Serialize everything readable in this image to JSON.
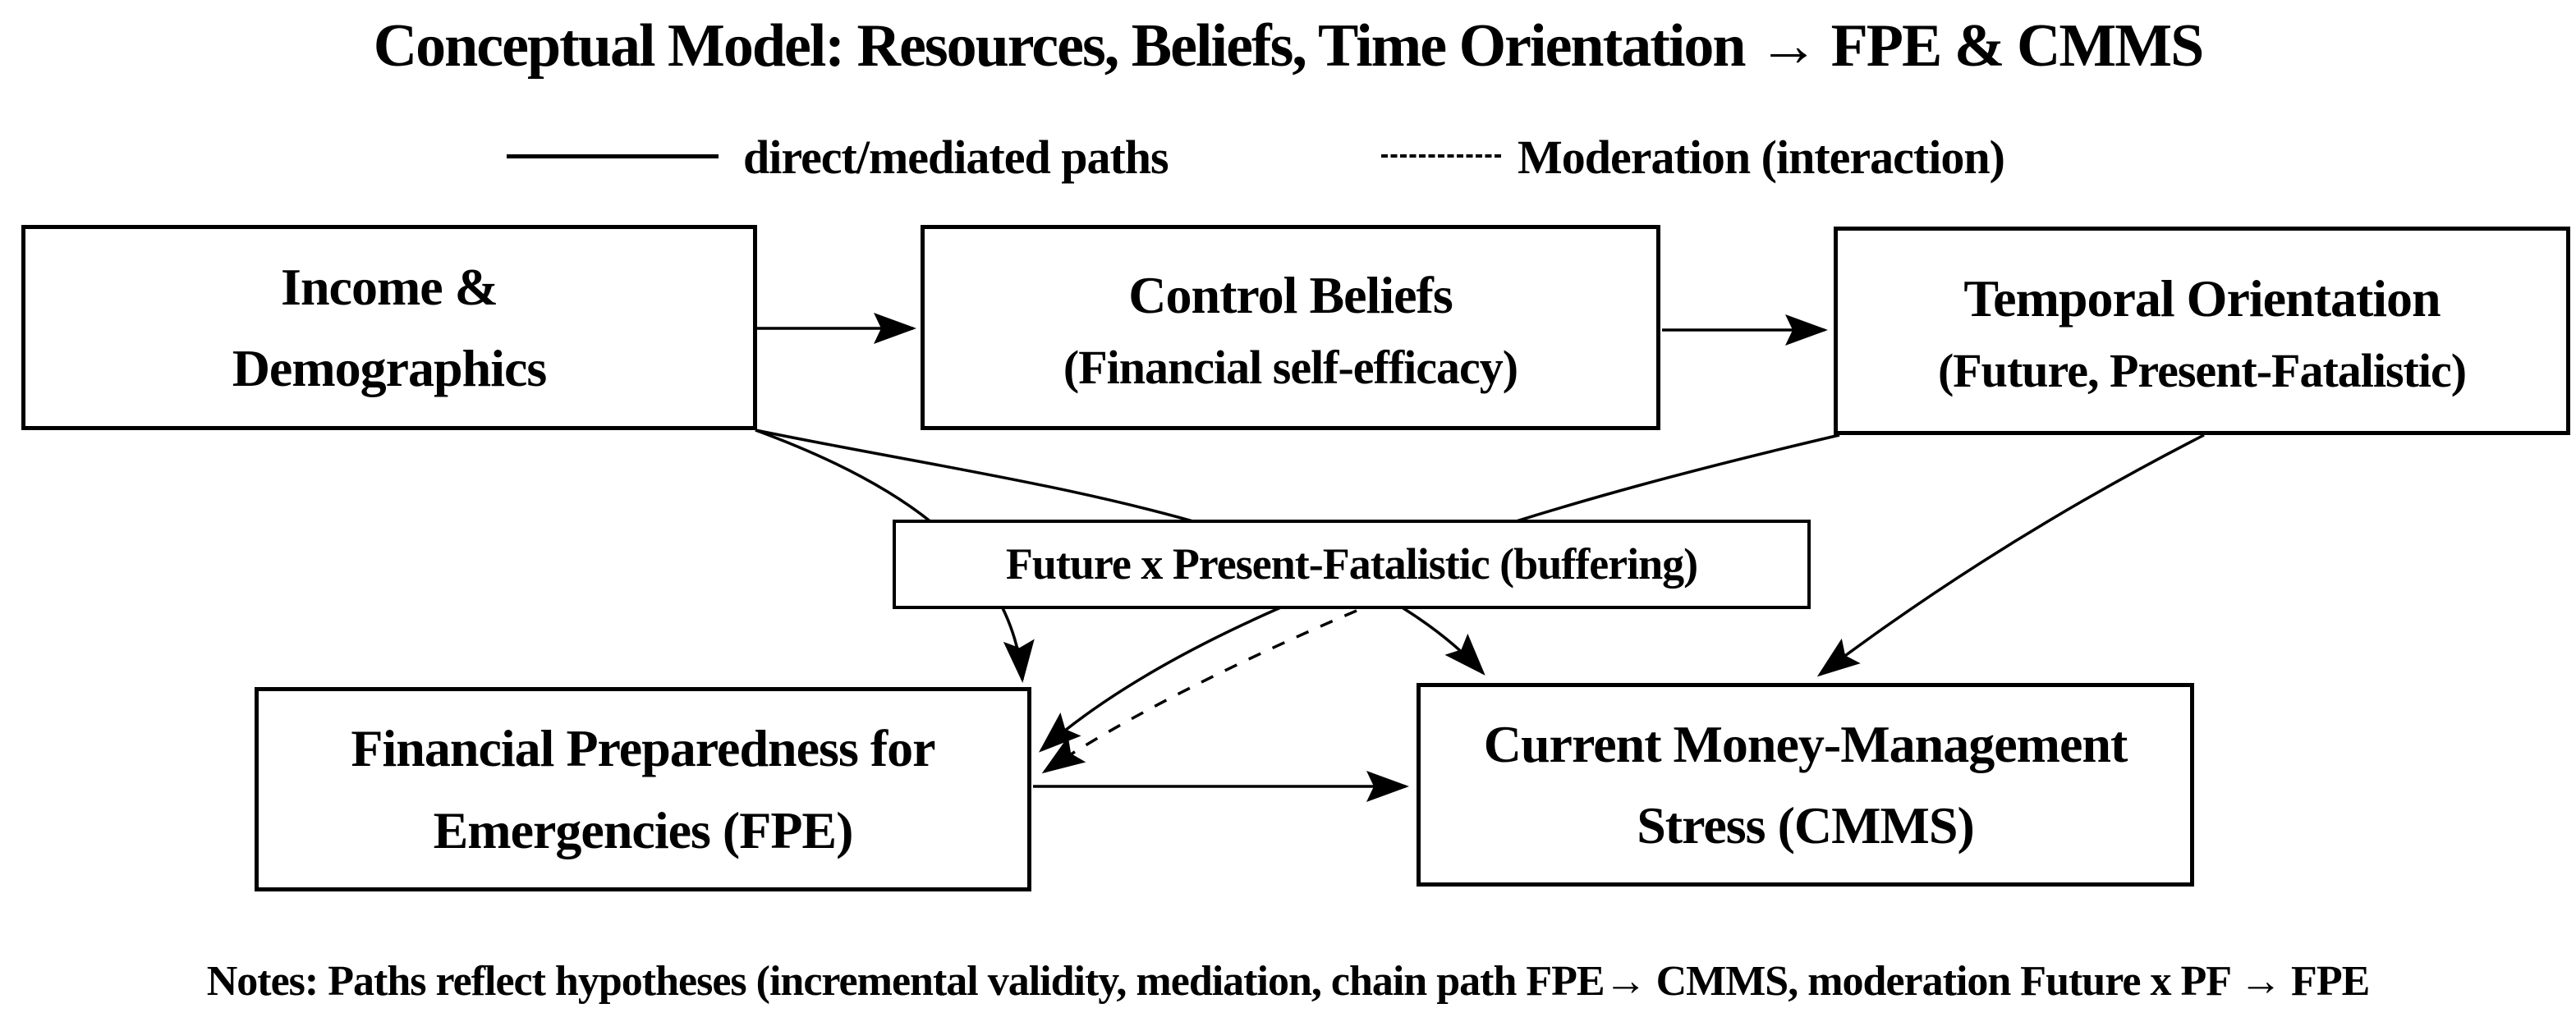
{
  "diagram": {
    "title": "Conceptual Model: Resources, Beliefs, Time Orientation → FPE & CMMS",
    "legend": {
      "solid_label": "direct/mediated paths",
      "dashed_label": "Moderation (interaction)"
    },
    "nodes": {
      "income": {
        "line1": "Income &",
        "line2": "Demographics"
      },
      "control": {
        "line1": "Control Beliefs",
        "line2": "(Financial self-efficacy)"
      },
      "temporal": {
        "line1": "Temporal Orientation",
        "line2": "(Future, Present-Fatalistic)"
      },
      "interaction": {
        "label": "Future x Present-Fatalistic (buffering)"
      },
      "fpe": {
        "line1": "Financial Preparedness for",
        "line2": "Emergencies (FPE)"
      },
      "cmms": {
        "line1": "Current Money-Management",
        "line2": "Stress (CMMS)"
      }
    },
    "edges": [
      {
        "from": "income",
        "to": "control",
        "style": "solid"
      },
      {
        "from": "control",
        "to": "temporal",
        "style": "solid"
      },
      {
        "from": "income",
        "to": "fpe",
        "style": "solid"
      },
      {
        "from": "income",
        "to": "cmms",
        "style": "solid"
      },
      {
        "from": "temporal",
        "to": "fpe",
        "style": "solid"
      },
      {
        "from": "temporal",
        "to": "cmms",
        "style": "solid"
      },
      {
        "from": "fpe",
        "to": "cmms",
        "style": "solid"
      },
      {
        "from": "interaction",
        "to": "fpe",
        "style": "dashed"
      }
    ],
    "notes": "Notes: Paths reflect hypotheses (incremental validity, mediation, chain path FPE→ CMMS, moderation Future x PF → FPE",
    "colors": {
      "ink": "#000000",
      "background": "#ffffff"
    }
  }
}
